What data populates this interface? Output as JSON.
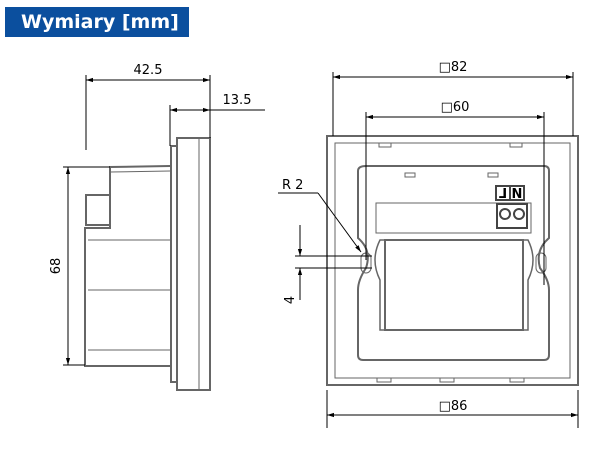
{
  "title": "Wymiary [mm]",
  "dimensions": {
    "depth_total": "42.5",
    "plate_depth": "13.5",
    "height": "68",
    "outer_square": "□82",
    "inner_square": "□60",
    "frame_square": "□86",
    "radius": "R 2",
    "slot": "4"
  },
  "terminals": {
    "n": "N",
    "l": "L"
  }
}
